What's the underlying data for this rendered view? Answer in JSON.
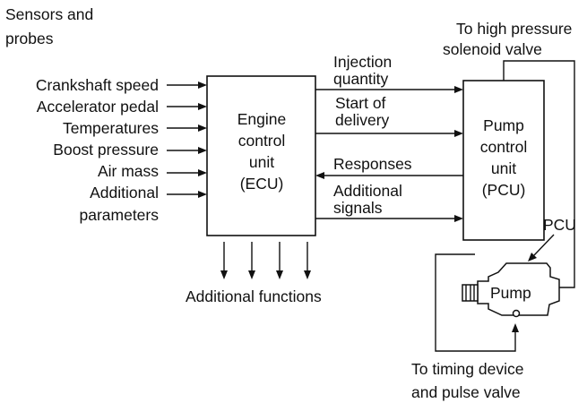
{
  "sensors": {
    "heading": [
      "Sensors and",
      "probes"
    ],
    "inputs": [
      "Crankshaft speed",
      "Accelerator pedal",
      "Temperatures",
      "Boost pressure",
      "Air mass",
      "Additional",
      "parameters"
    ]
  },
  "ecu": {
    "lines": [
      "Engine",
      "control",
      "unit",
      "(ECU)"
    ]
  },
  "signals": {
    "injection": [
      "Injection",
      "quantity"
    ],
    "start": [
      "Start of",
      "delivery"
    ],
    "responses": [
      "Responses"
    ],
    "additional": [
      "Additional",
      "signals"
    ]
  },
  "pcu": {
    "lines": [
      "Pump",
      "control",
      "unit",
      "(PCU)"
    ]
  },
  "outputs": {
    "high_pressure": [
      "To high pressure",
      "solenoid valve"
    ],
    "timing": [
      "To timing device",
      "and pulse valve"
    ],
    "additional_functions": "Additional functions"
  },
  "pump": {
    "label": "Pump",
    "pcu_tag": "PCU"
  }
}
